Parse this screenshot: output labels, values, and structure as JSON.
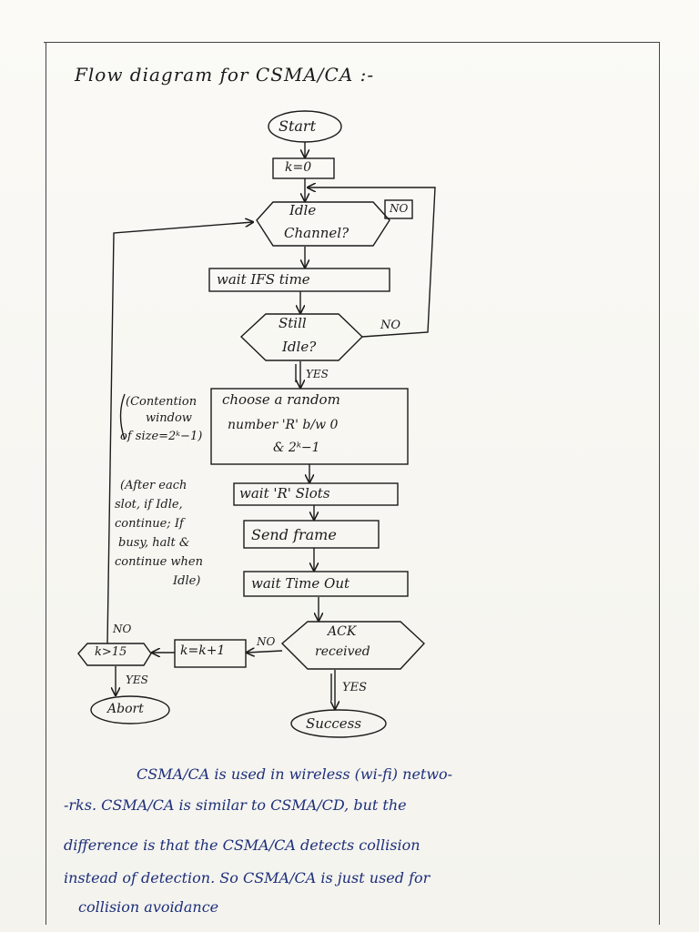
{
  "page": {
    "title": "Flow diagram for CSMA/CA :-",
    "ink_color": "#1b1b1b",
    "note_ink_color": "#1d2f7a"
  },
  "flowchart": {
    "start": "Start",
    "init": "k=0",
    "idle_line1": "Idle",
    "idle_line2": "Channel?",
    "idle_no": "NO",
    "wait_ifs": "wait IFS time",
    "still_line1": "Still",
    "still_line2": "Idle?",
    "still_no": "NO",
    "still_yes": "YES",
    "choose_line1": "choose a random",
    "choose_line2": "number 'R' b/w 0",
    "choose_line3": "& 2ᵏ−1",
    "contention_note_1": "(Contention",
    "contention_note_2": "window",
    "contention_note_3": "of size=2ᵏ−1)",
    "wait_r": "wait 'R' Slots",
    "send": "Send frame",
    "timeout": "wait Time Out",
    "slot_note_1": "(After each",
    "slot_note_2": "slot, if Idle,",
    "slot_note_3": "continue; If",
    "slot_note_4": "busy, halt &",
    "slot_note_5": "continue when",
    "slot_note_6": "Idle)",
    "ack_line1": "ACK",
    "ack_line2": "received",
    "ack_no": "NO",
    "ack_yes": "YES",
    "increment": "k=k+1",
    "kcheck": "k>15",
    "kcheck_no": "NO",
    "kcheck_yes": "YES",
    "abort": "Abort",
    "success": "Success"
  },
  "notes": {
    "line1": "CSMA/CA is used in wireless (wi-fi) netwo-",
    "line2": "-rks. CSMA/CA is similar to CSMA/CD, but the",
    "line3": "difference is that the CSMA/CA detects collision",
    "line4": "instead of detection. So CSMA/CA is just used for",
    "line5": "collision avoidance"
  }
}
